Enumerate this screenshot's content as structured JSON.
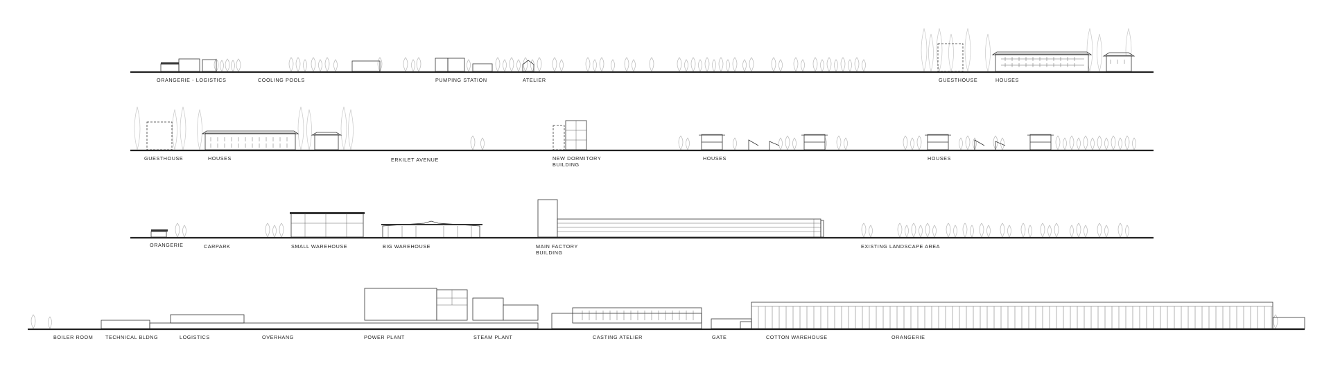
{
  "sections": [
    {
      "id": "row-1",
      "labels": [
        {
          "id": "orangerie-logistics",
          "lines": [
            "ORANGERIE - LOGISTICS"
          ]
        },
        {
          "id": "cooling-pools",
          "lines": [
            "COOLING POOLS"
          ]
        },
        {
          "id": "pumping-station",
          "lines": [
            "PUMPING STATION"
          ]
        },
        {
          "id": "atelier",
          "lines": [
            "ATELIER"
          ]
        },
        {
          "id": "guesthouse",
          "lines": [
            "GUESTHOUSE"
          ]
        },
        {
          "id": "houses",
          "lines": [
            "HOUSES"
          ]
        }
      ]
    },
    {
      "id": "row-2",
      "labels": [
        {
          "id": "guesthouse",
          "lines": [
            "GUESTHOUSE"
          ]
        },
        {
          "id": "houses",
          "lines": [
            "HOUSES"
          ]
        },
        {
          "id": "erkilet-avenue",
          "lines": [
            "ERKILET AVENUE"
          ]
        },
        {
          "id": "new-dormitory-building",
          "lines": [
            "NEW DORMITORY",
            "BUILDING"
          ]
        },
        {
          "id": "houses-2",
          "lines": [
            "HOUSES"
          ]
        },
        {
          "id": "houses-3",
          "lines": [
            "HOUSES"
          ]
        }
      ]
    },
    {
      "id": "row-3",
      "labels": [
        {
          "id": "orangerie",
          "lines": [
            "ORANGERIE"
          ]
        },
        {
          "id": "carpark",
          "lines": [
            "CARPARK"
          ]
        },
        {
          "id": "small-warehouse",
          "lines": [
            "SMALL WAREHOUSE"
          ]
        },
        {
          "id": "big-warehouse",
          "lines": [
            "BIG WAREHOUSE"
          ]
        },
        {
          "id": "main-factory-building",
          "lines": [
            "MAIN FACTORY",
            "BUILDING"
          ]
        },
        {
          "id": "existing-landscape-area",
          "lines": [
            "EXISTING LANDSCAPE AREA"
          ]
        }
      ]
    },
    {
      "id": "row-4",
      "labels": [
        {
          "id": "boiler-room",
          "lines": [
            "BOILER ROOM"
          ]
        },
        {
          "id": "technical-blong",
          "lines": [
            "TECHNICAL BLDNG"
          ]
        },
        {
          "id": "logistics",
          "lines": [
            "LOGISTICS"
          ]
        },
        {
          "id": "overhang",
          "lines": [
            "OVERHANG"
          ]
        },
        {
          "id": "power-plant",
          "lines": [
            "POWER PLANT"
          ]
        },
        {
          "id": "steam-plant",
          "lines": [
            "STEAM PLANT"
          ]
        },
        {
          "id": "casting-atelier",
          "lines": [
            "CASTING ATELIER"
          ]
        },
        {
          "id": "gate",
          "lines": [
            "GATE"
          ]
        },
        {
          "id": "cotton-warehouse",
          "lines": [
            "COTTON WAREHOUSE"
          ]
        },
        {
          "id": "orangerie",
          "lines": [
            "ORANGERIE"
          ]
        }
      ]
    }
  ],
  "colors": {
    "line": "#222222",
    "tree": "#b8b8b8",
    "background": "#ffffff"
  }
}
